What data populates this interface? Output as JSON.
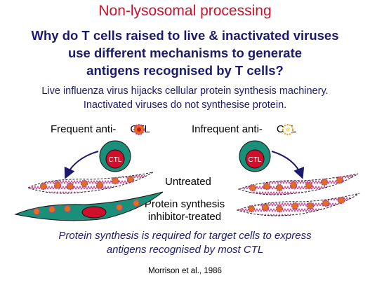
{
  "title": "Non-lysosomal processing",
  "question": [
    "Why do T cells raised to live & inactivated viruses",
    "use different mechanisms to generate",
    "antigens recognised by T cells?"
  ],
  "explanation": [
    "Live influenza virus hijacks cellular protein synthesis machinery.",
    "Inactivated viruses do not synthesise protein."
  ],
  "left_label": {
    "prefix": "Frequent anti-",
    "suffix": "CTL"
  },
  "right_label": {
    "prefix": "Infrequent anti-",
    "suffix": "CTL"
  },
  "ctl_badge": "CTL",
  "untreated": "Untreated",
  "inhibitor": [
    "Protein synthesis",
    "inhibitor-treated"
  ],
  "conclusion": [
    "Protein synthesis is required for target cells to express",
    "antigens recognised by most CTL"
  ],
  "citation": "Morrison et al., 1986",
  "colors": {
    "title": "#d0102a",
    "text_navy": "#1c1a6e",
    "ctl_outer": "#1a8f7a",
    "ctl_inner": "#d0102a",
    "cell_fill": "#1a8f7a",
    "virus": "#e0701a",
    "arrow": "#1c1a6e"
  }
}
